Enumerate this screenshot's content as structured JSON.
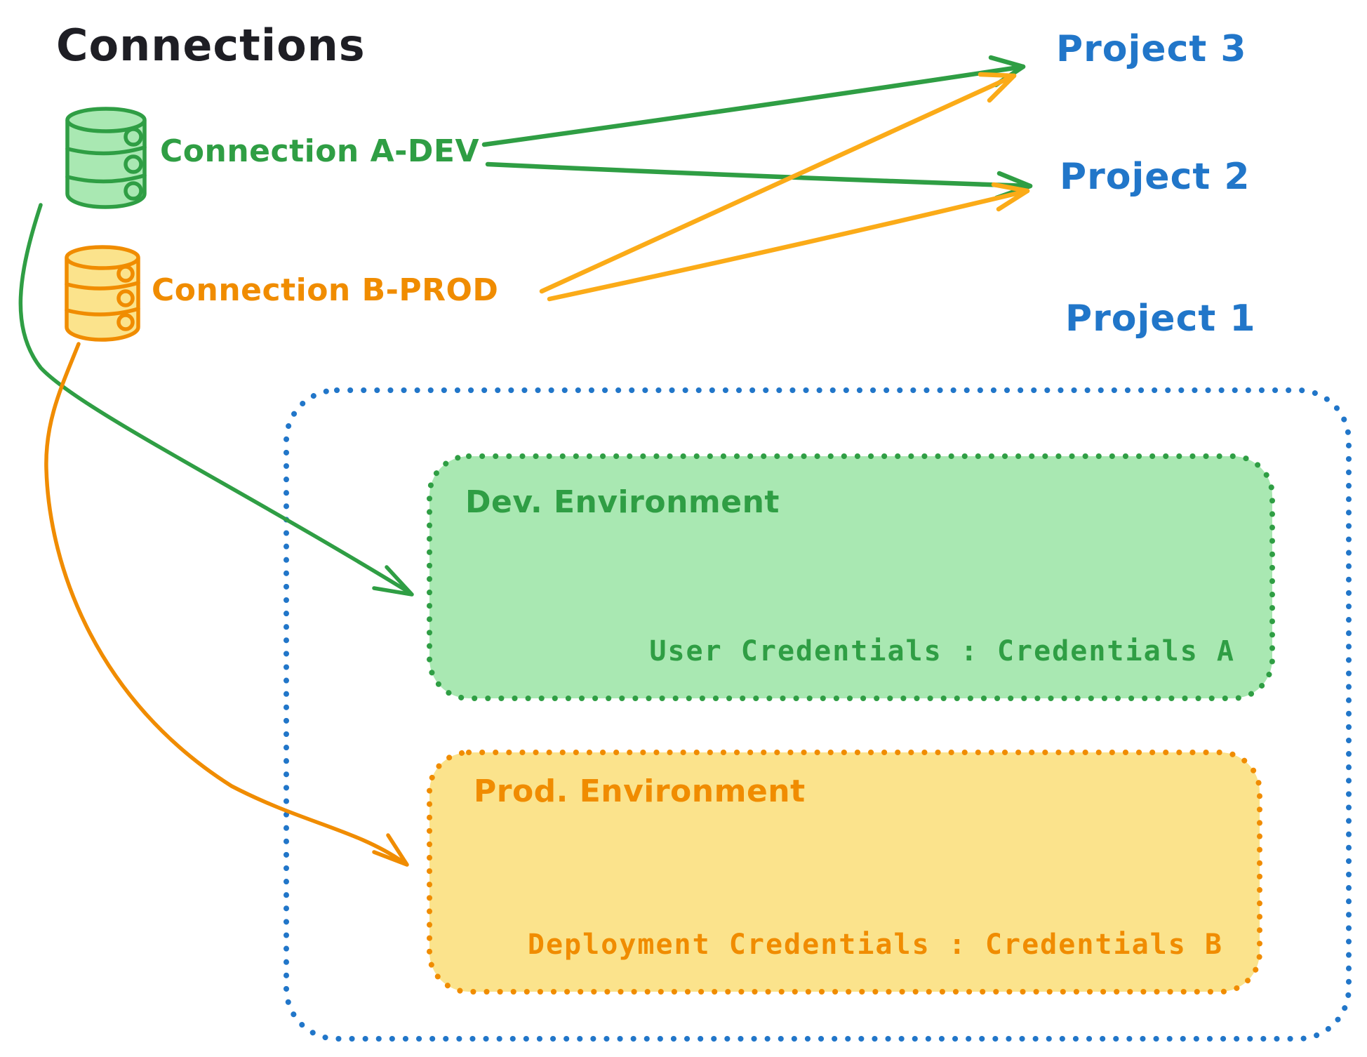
{
  "title": "Connections",
  "colors": {
    "text_black": "#1e1e24",
    "green": "#2f9e44",
    "green_fill": "#a9e8b2",
    "orange": "#f08c00",
    "amber_arrow": "#fbab18",
    "yellow_fill": "#fbe38c",
    "blue": "#2176c9"
  },
  "connections": [
    {
      "label": "Connection A-DEV",
      "icon": "database-icon",
      "color": "#2f9e44"
    },
    {
      "label": "Connection B-PROD",
      "icon": "database-icon",
      "color": "#f08c00"
    }
  ],
  "projects": [
    {
      "label": "Project 3"
    },
    {
      "label": "Project 2"
    },
    {
      "label": "Project 1"
    }
  ],
  "project1_box": {
    "dev_env": {
      "title": "Dev. Environment",
      "credentials": "User Credentials : Credentials A",
      "stroke": "#2f9e44",
      "fill": "#a9e8b2"
    },
    "prod_env": {
      "title": "Prod. Environment",
      "credentials": "Deployment Credentials : Credentials B",
      "stroke": "#f08c00",
      "fill": "#fbe38c"
    },
    "border_color": "#2176c9"
  },
  "edges": [
    {
      "from": "Connection A-DEV",
      "to": "Project 3",
      "color": "#2f9e44"
    },
    {
      "from": "Connection A-DEV",
      "to": "Project 2",
      "color": "#2f9e44"
    },
    {
      "from": "Connection B-PROD",
      "to": "Project 3",
      "color": "#fbab18"
    },
    {
      "from": "Connection B-PROD",
      "to": "Project 2",
      "color": "#fbab18"
    },
    {
      "from": "Connection A-DEV",
      "to": "Dev. Environment",
      "color": "#2f9e44"
    },
    {
      "from": "Connection B-PROD",
      "to": "Prod. Environment",
      "color": "#f08c00"
    }
  ]
}
